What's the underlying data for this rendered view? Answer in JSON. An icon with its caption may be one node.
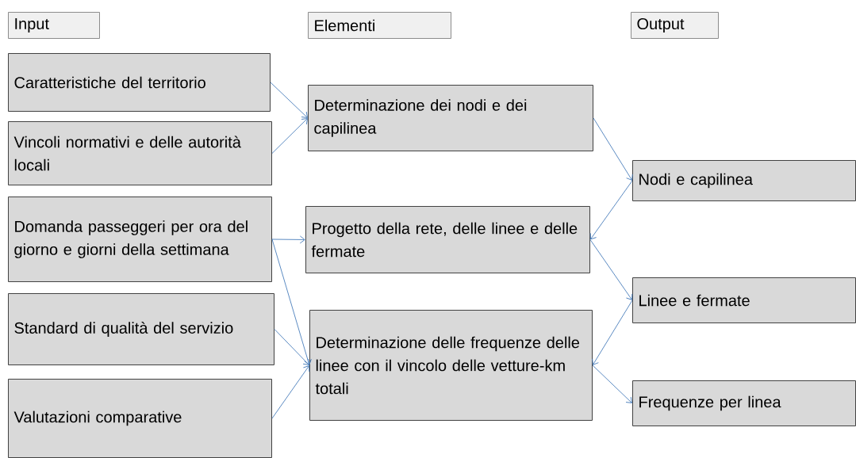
{
  "diagram": {
    "nodes": [
      {
        "text": [
          "Input"
        ]
      },
      {
        "text": [
          "Elementi"
        ]
      },
      {
        "text": [
          "Output"
        ]
      },
      {
        "text": [
          "Caratteristiche del territorio"
        ]
      },
      {
        "text": [
          "Vincoli normativi e delle autorità locali"
        ]
      },
      {
        "text": [
          "Domanda passeggeri per ora del giorno e giorni della settimana"
        ]
      },
      {
        "text": [
          "Standard di qualità del servizio"
        ]
      },
      {
        "text": [
          "Valutazioni comparative"
        ]
      },
      {
        "text": [
          "Determinazione dei nodi e dei capilinea"
        ]
      },
      {
        "text": [
          "Progetto della rete, delle linee e delle fermate"
        ]
      },
      {
        "text": [
          "Determinazione delle frequenze delle linee con il vincolo delle vetture-km totali"
        ]
      },
      {
        "text": [
          "Nodi e capilinea"
        ]
      },
      {
        "text": [
          "Linee e fermate"
        ]
      },
      {
        "text": [
          "Frequenze per linea"
        ]
      }
    ],
    "edges": [
      {
        "from": 3,
        "to": 8,
        "arrow": "to"
      },
      {
        "from": 4,
        "to": 8,
        "arrow": "to"
      },
      {
        "from": 5,
        "to": 9,
        "arrow": "to"
      },
      {
        "from": 5,
        "to": 10,
        "arrow": "to"
      },
      {
        "from": 6,
        "to": 10,
        "arrow": "to"
      },
      {
        "from": 7,
        "to": 10,
        "arrow": "to"
      },
      {
        "from": 8,
        "to": 11,
        "arrow": "to"
      },
      {
        "from": 11,
        "to": 9,
        "arrow": "to"
      },
      {
        "from": 9,
        "to": 12,
        "arrow": "to"
      },
      {
        "from": 12,
        "to": 10,
        "arrow": "to"
      },
      {
        "from": 10,
        "to": 13,
        "arrow": "to"
      }
    ]
  }
}
